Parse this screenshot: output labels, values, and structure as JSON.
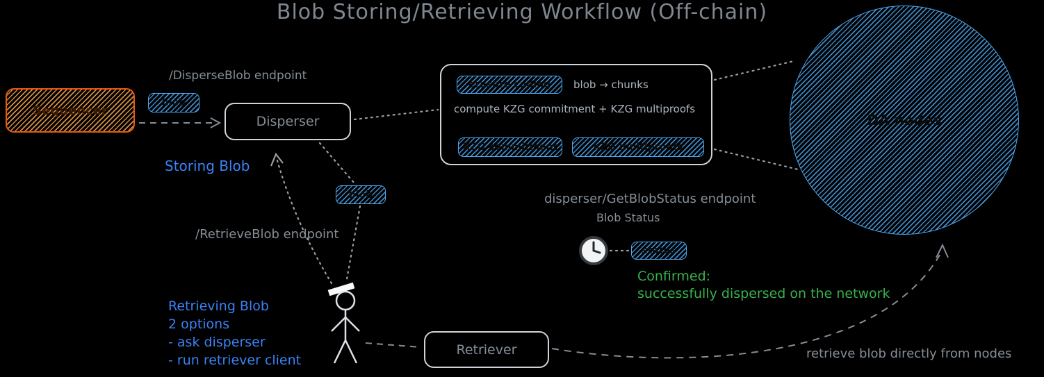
{
  "title": "Blob Storing/Retrieving Workflow (Off-chain)",
  "colors": {
    "background": "#000000",
    "gray_text": "#868e96",
    "blue_text": "#3b82f6",
    "green_text": "#37b24d",
    "blue_fill": "#4dabf7",
    "orange_fill": "#ffa94d",
    "border_light": "#ced4da"
  },
  "nodes": {
    "sequencer": {
      "label": "Sequencer"
    },
    "disperser": {
      "label": "Disperser"
    },
    "retriever": {
      "label": "Retriever"
    },
    "da_nodes": {
      "label": "DA nodes"
    },
    "blob_in": {
      "label": "blob"
    },
    "blob_out": {
      "label": "blob"
    },
    "status_chip": {
      "label": "status"
    }
  },
  "processing": {
    "erasure_coding": "erasure coding",
    "row1_text": "blob → chunks",
    "row2_text": "compute KZG commitment + KZG multiproofs",
    "kzg_commitment": "KZG commitment",
    "kzg_multiproofs": "KZG multiproofs"
  },
  "labels": {
    "disperse_endpoint": "/DisperseBlob endpoint",
    "retrieve_endpoint": "/RetrieveBlob endpoint",
    "getblobstatus_endpoint": "disperser/GetBlobStatus endpoint",
    "blob_status": "Blob Status",
    "storing_blob": "Storing Blob",
    "confirmed_line1": "Confirmed:",
    "confirmed_line2": "successfully dispersed on the network",
    "retrieving_line1": "Retrieving Blob",
    "retrieving_line2": "2 options",
    "retrieving_line3": "- ask disperser",
    "retrieving_line4": "- run retriever client",
    "retrieve_from_nodes": "retrieve blob directly from nodes"
  },
  "icons": {
    "clock": "clock-icon",
    "person": "stick-figure-icon"
  }
}
